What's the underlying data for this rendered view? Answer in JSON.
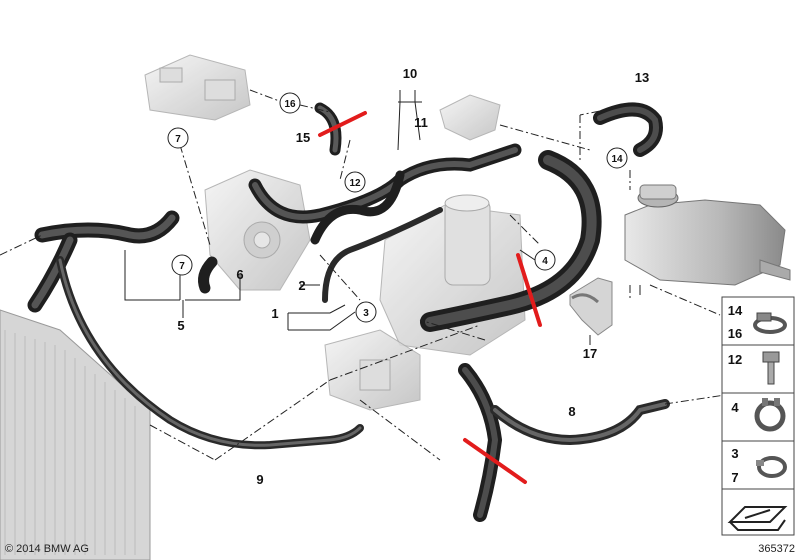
{
  "diagram": {
    "callouts": {
      "c1": "1",
      "c2": "2",
      "c3": "3",
      "c4": "4",
      "c5": "5",
      "c6": "6",
      "c7a": "7",
      "c7b": "7",
      "c8": "8",
      "c9": "9",
      "c10": "10",
      "c11": "11",
      "c12": "12",
      "c13": "13",
      "c14": "14",
      "c15": "15",
      "c16": "16",
      "c17": "17"
    },
    "legend": {
      "r1_top": "14",
      "r1_bottom": "16",
      "r2": "12",
      "r3": "4",
      "r4_top": "3",
      "r4_bottom": "7"
    },
    "copyright": "© 2014 BMW AG",
    "diagram_number": "365372"
  }
}
